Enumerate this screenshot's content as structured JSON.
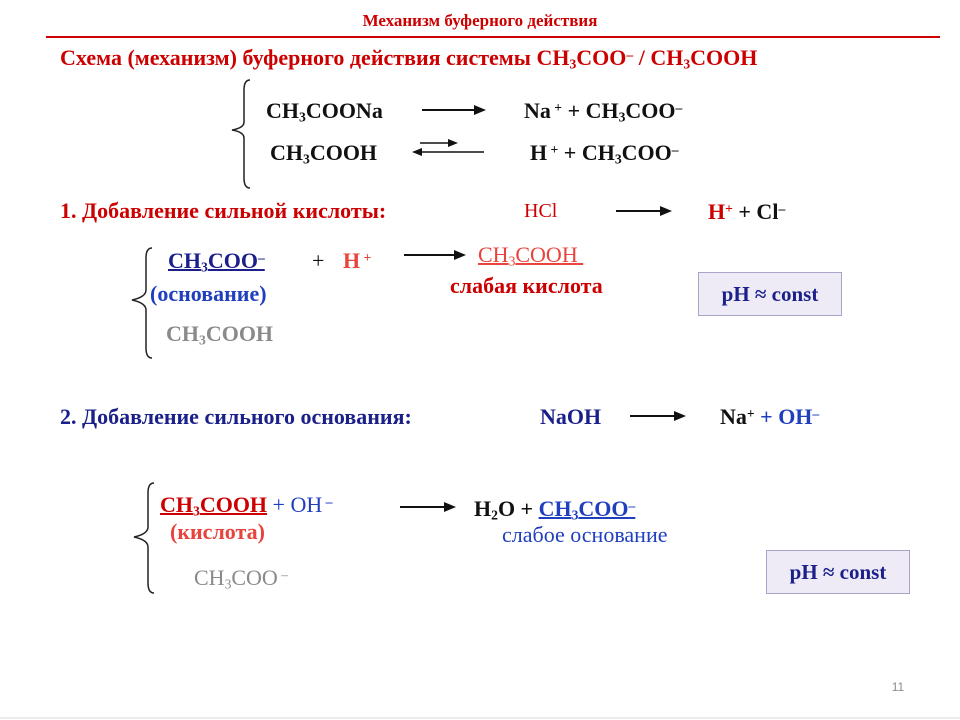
{
  "colors": {
    "red": "#cc0000",
    "pink": "#e8433c",
    "navy": "#1a1f8a",
    "blue": "#1f3fbf",
    "gray": "#8a8a8a",
    "black": "#111111",
    "rule": "#cc0000",
    "box_bg": "#eeeaf6",
    "box_border": "#a9a4c9"
  },
  "header": {
    "title": "Механизм буферного действия"
  },
  "scheme": {
    "prefix": "Схема (механизм) буферного действия системы CH",
    "sub1": "3",
    "mid": "COO",
    "sup1": "–",
    "sep": " / CH",
    "sub2": "3",
    "end": "COOH"
  },
  "dissociation": {
    "r1": {
      "left_a": "CH",
      "left_sub": "3",
      "left_b": "COONa",
      "right_a": "Na",
      "right_sup": " +",
      "right_b": " + CH",
      "right_sub": "3",
      "right_c": "COO",
      "right_sup2": "–"
    },
    "r2": {
      "left_a": "CH",
      "left_sub": "3",
      "left_b": "COOH",
      "right_a": "H",
      "right_sup": " +",
      "right_b": " + CH",
      "right_sub": "3",
      "right_c": "COO",
      "right_sup2": "–"
    }
  },
  "section1": {
    "heading": "1. Добавление сильной кислоты:",
    "eq_left": "HCl",
    "eq_right_a": "H",
    "eq_right_sup": "+",
    "eq_right_b": " + Cl",
    "eq_right_sup2": "–",
    "reactant_a": "CH",
    "reactant_sub": "3",
    "reactant_b": "COO",
    "reactant_sup": "–",
    "plus": "+",
    "proton_a": "H",
    "proton_sup": " +",
    "reactant_role": "(основание)",
    "other_a": "CH",
    "other_sub": "3",
    "other_b": "COOH",
    "product_a": "CH",
    "product_sub": "3",
    "product_b": "COOH",
    "product_role": "слабая кислота",
    "ph_label": "pH ≈ const"
  },
  "section2": {
    "heading": "2. Добавление сильного основания:",
    "eq_left": "NaOH",
    "eq_right_a": "Na",
    "eq_right_sup": "+",
    "eq_right_b": "  + OH",
    "eq_right_sup2": "–",
    "reactant_a": "CH",
    "reactant_sub": "3",
    "reactant_b": "COOH",
    "plus_oh_a": " + OH",
    "plus_oh_sup": " –",
    "reactant_role": "(кислота)",
    "other_a": "CH",
    "other_sub": "3",
    "other_b": "COO",
    "other_sup": " –",
    "water_a": "H",
    "water_sub": "2",
    "water_b": "O + ",
    "product_a": "CH",
    "product_sub": "3",
    "product_b": "COO",
    "product_sup": "–",
    "product_role": "слабое основание",
    "ph_label": "pH ≈ const"
  },
  "footer": {
    "page_number": "11"
  }
}
